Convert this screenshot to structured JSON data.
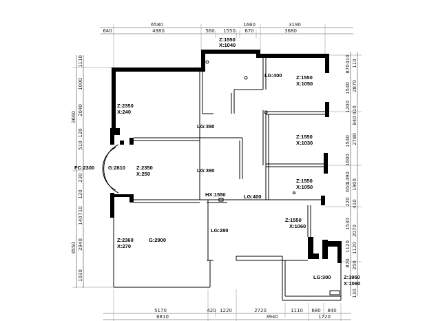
{
  "dims_top_row1": [
    "6580",
    "1660",
    "3190"
  ],
  "dims_top_row2": [
    "640",
    "4980",
    "560",
    "1550",
    "670",
    "3680"
  ],
  "dims_bottom_row1": [
    "5170",
    "420",
    "1220",
    "2720",
    "1110",
    "680",
    "840"
  ],
  "dims_bottom_row2": [
    "6810",
    "3940",
    "1720"
  ],
  "dims_left_outer": [
    "3660",
    "4550"
  ],
  "dims_left_inner": [
    "1110",
    "1000",
    "2040",
    "120",
    "510",
    "230",
    "120",
    "710",
    "140",
    "2940",
    "1030"
  ],
  "dims_right_inner": [
    "410",
    "870",
    "2870",
    "1540",
    "1200",
    "1540",
    "2780",
    "1600",
    "1490",
    "1900",
    "220",
    "1530",
    "2070",
    "1120",
    "870",
    "250",
    "130"
  ],
  "dims_right_outer": [
    "110",
    "410",
    "840",
    "650",
    "410",
    "1120"
  ],
  "labels": {
    "z1550_top": "Z:1550",
    "x1040": "X:1040",
    "lg400_top": "LG:400",
    "z1550_r1": "Z:1550",
    "x1050_r1": "X:1050",
    "z2350_a": "Z:2350",
    "x240": "X:240",
    "lg390_a": "LG:390",
    "z1550_r2": "Z:1550",
    "x1030": "X:1030",
    "g2810": "G:2810",
    "z2350_b": "Z:2350",
    "x250": "X:250",
    "lg390_b": "LG:390",
    "fc2300": "FC:2300",
    "z1550_r3": "Z:1550",
    "x1050_r3": "X:1050",
    "hx1550": "HX:1550",
    "lg400_mid": "LG:400",
    "z1550_r4": "Z:1550",
    "x1060": "X:1060",
    "lg280": "LG:280",
    "z2360": "Z:2360",
    "x270": "X:270",
    "g2900": "G:2900",
    "lg300": "LG:300",
    "z1950": "Z:1950",
    "x1060_b": "X:1060"
  }
}
